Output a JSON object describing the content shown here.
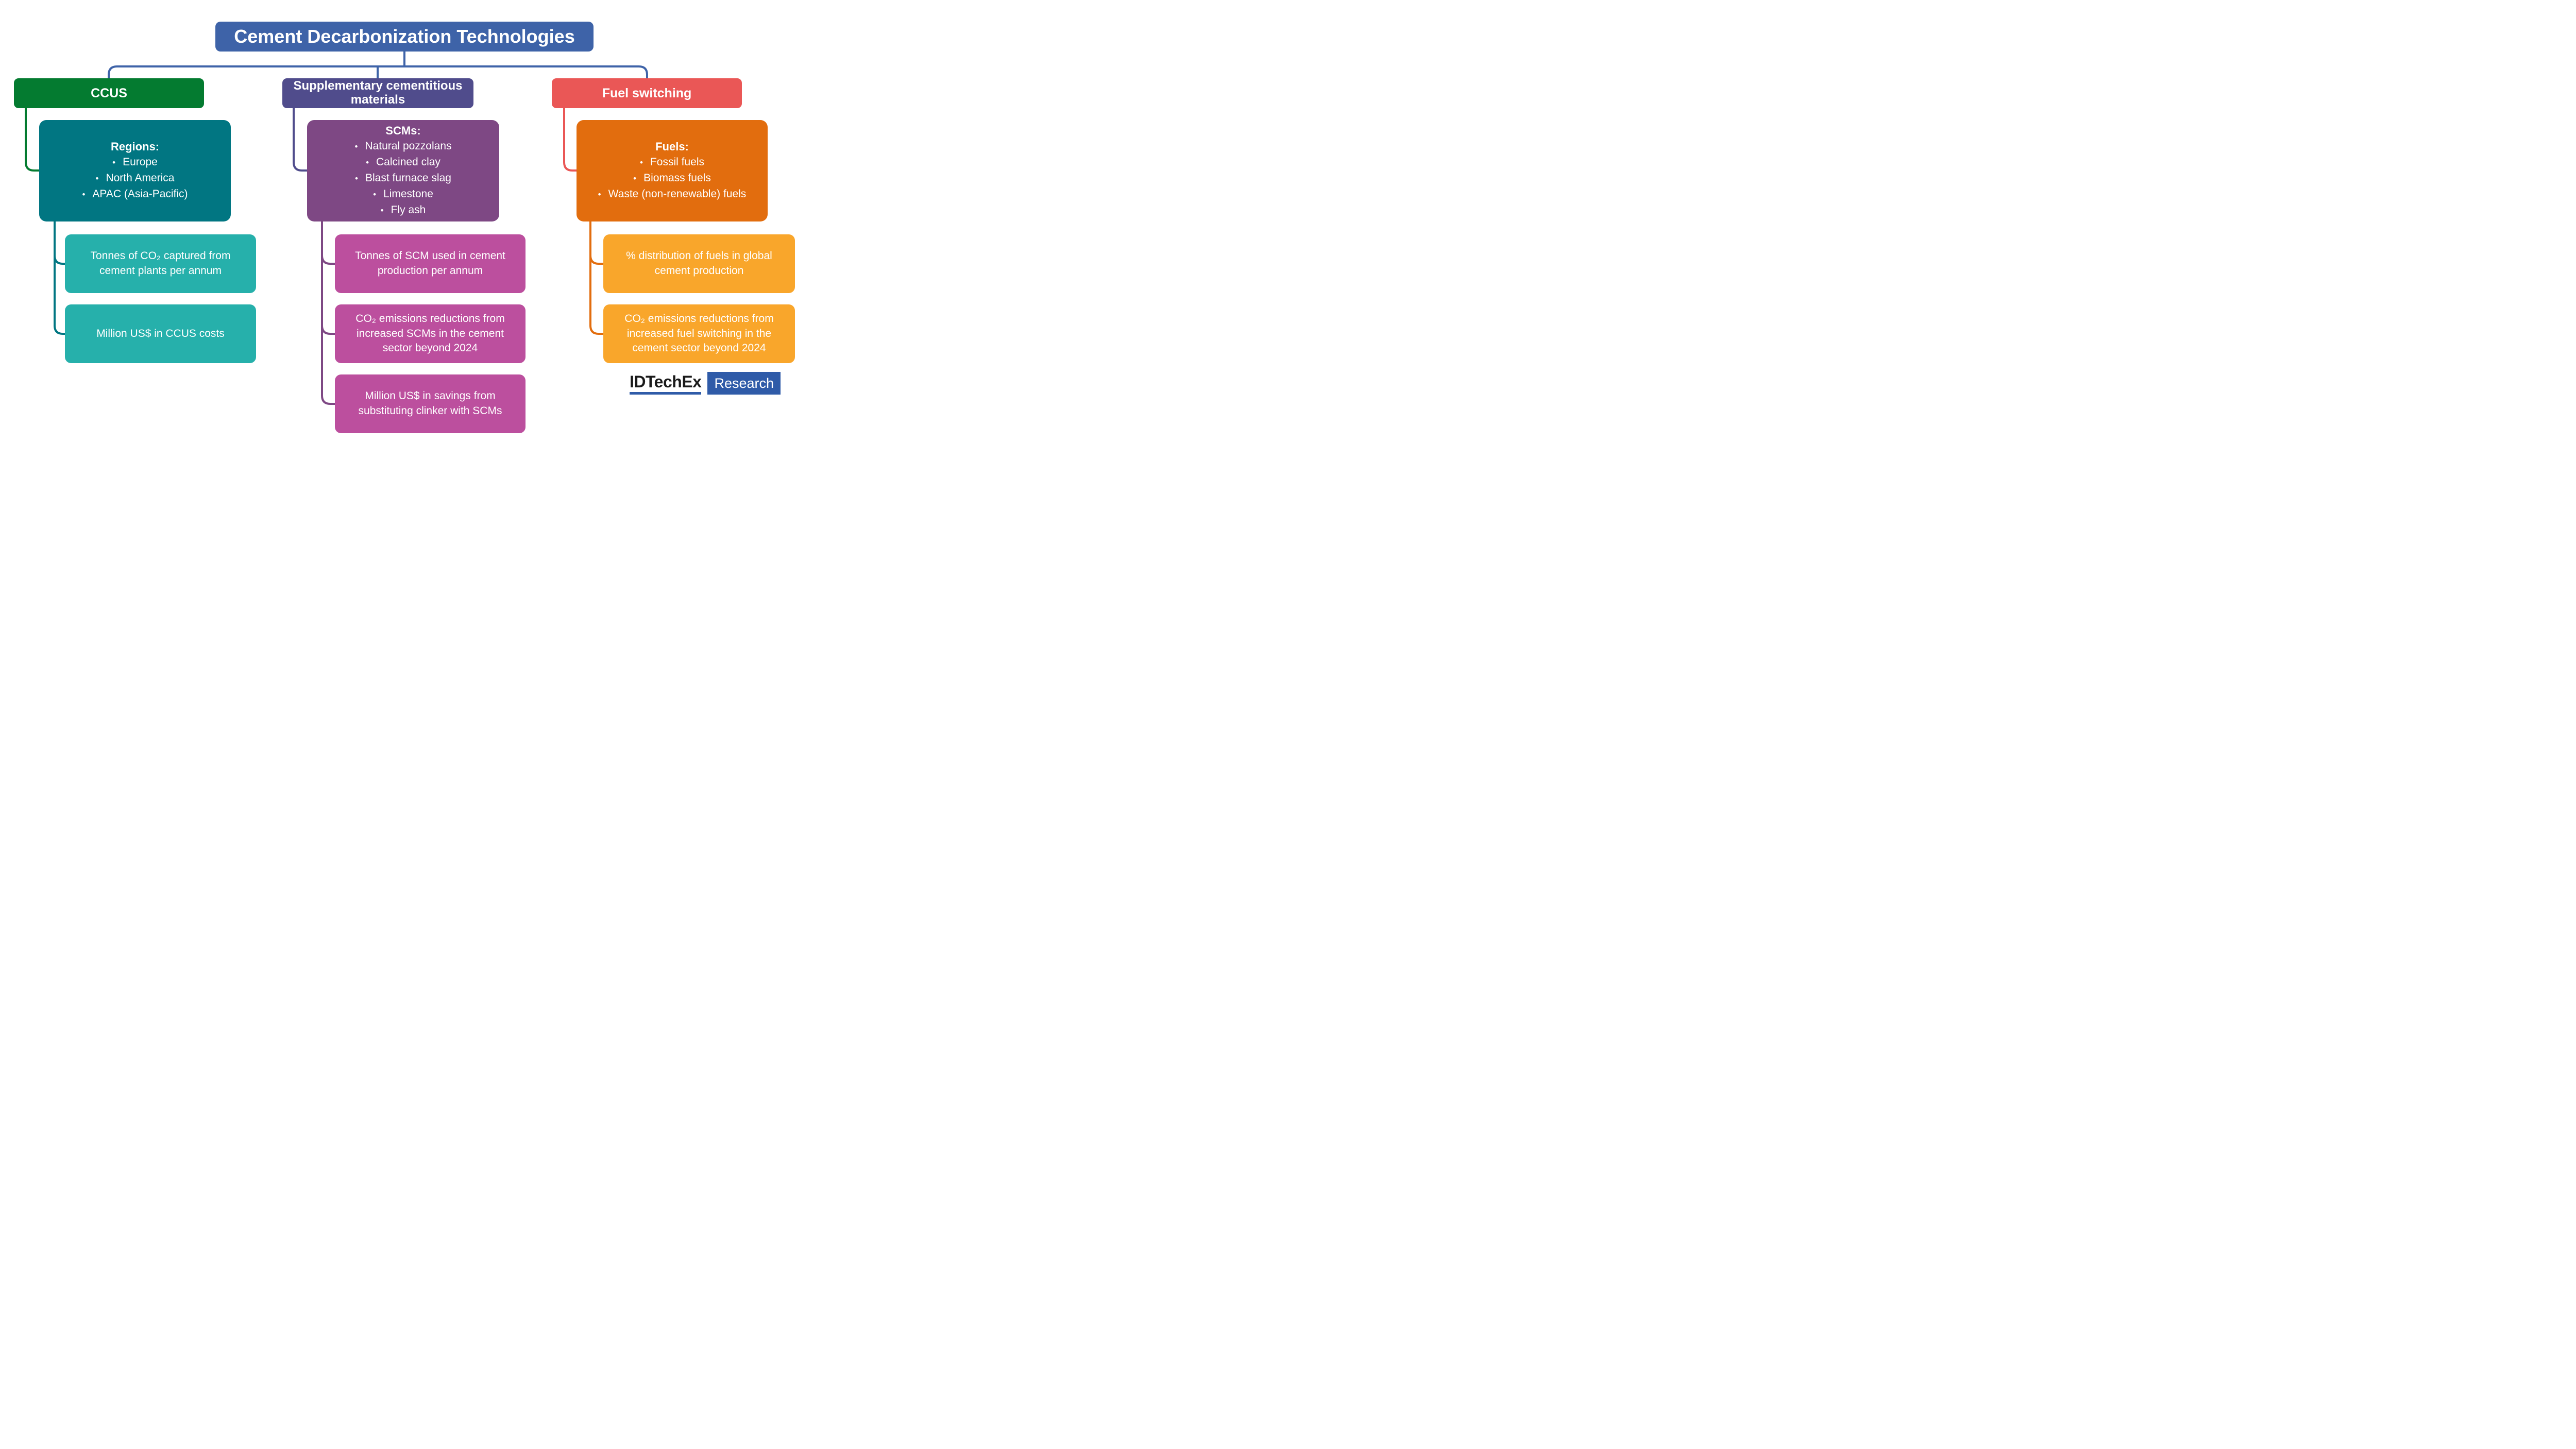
{
  "title": "Cement Decarbonization Technologies",
  "bullet_char": "•",
  "colors": {
    "connector_blue": "#3E63A8",
    "title_bg": "#3E63A8",
    "ccus_green": "#047B30",
    "regions_teal_dark": "#017682",
    "metric_teal": "#26B0AB",
    "scm_header_indigo": "#504C8C",
    "scm_purple": "#7E4884",
    "metric_magenta": "#BC4F9E",
    "fuel_coral": "#EA5756",
    "fuels_orange": "#E26D0E",
    "metric_amber": "#F9A62B",
    "logo_blue": "#2F5BA8",
    "logo_black": "#1A1A1A"
  },
  "branches": {
    "ccus": {
      "header": "CCUS",
      "detail": {
        "heading": "Regions:",
        "items": [
          "Europe",
          "North America",
          "APAC (Asia-Pacific)"
        ]
      },
      "metrics": [
        "Tonnes of CO₂ captured from cement plants per annum",
        "Million US$ in CCUS costs"
      ]
    },
    "scm": {
      "header": "Supplementary cementitious materials",
      "detail": {
        "heading": "SCMs:",
        "items": [
          "Natural pozzolans",
          "Calcined clay",
          "Blast furnace slag",
          "Limestone",
          "Fly ash"
        ]
      },
      "metrics": [
        "Tonnes of SCM used in cement production per annum",
        "CO₂ emissions reductions from increased SCMs in the cement sector beyond 2024",
        "Million US$ in savings from substituting clinker with SCMs"
      ]
    },
    "fuel": {
      "header": "Fuel switching",
      "detail": {
        "heading": "Fuels:",
        "items": [
          "Fossil fuels",
          "Biomass fuels",
          "Waste (non-renewable) fuels"
        ]
      },
      "metrics": [
        "% distribution of fuels in global cement production",
        "CO₂ emissions reductions from increased fuel switching in the cement sector beyond 2024"
      ]
    }
  },
  "logo": {
    "brand": "IDTechEx",
    "suffix": "Research"
  }
}
